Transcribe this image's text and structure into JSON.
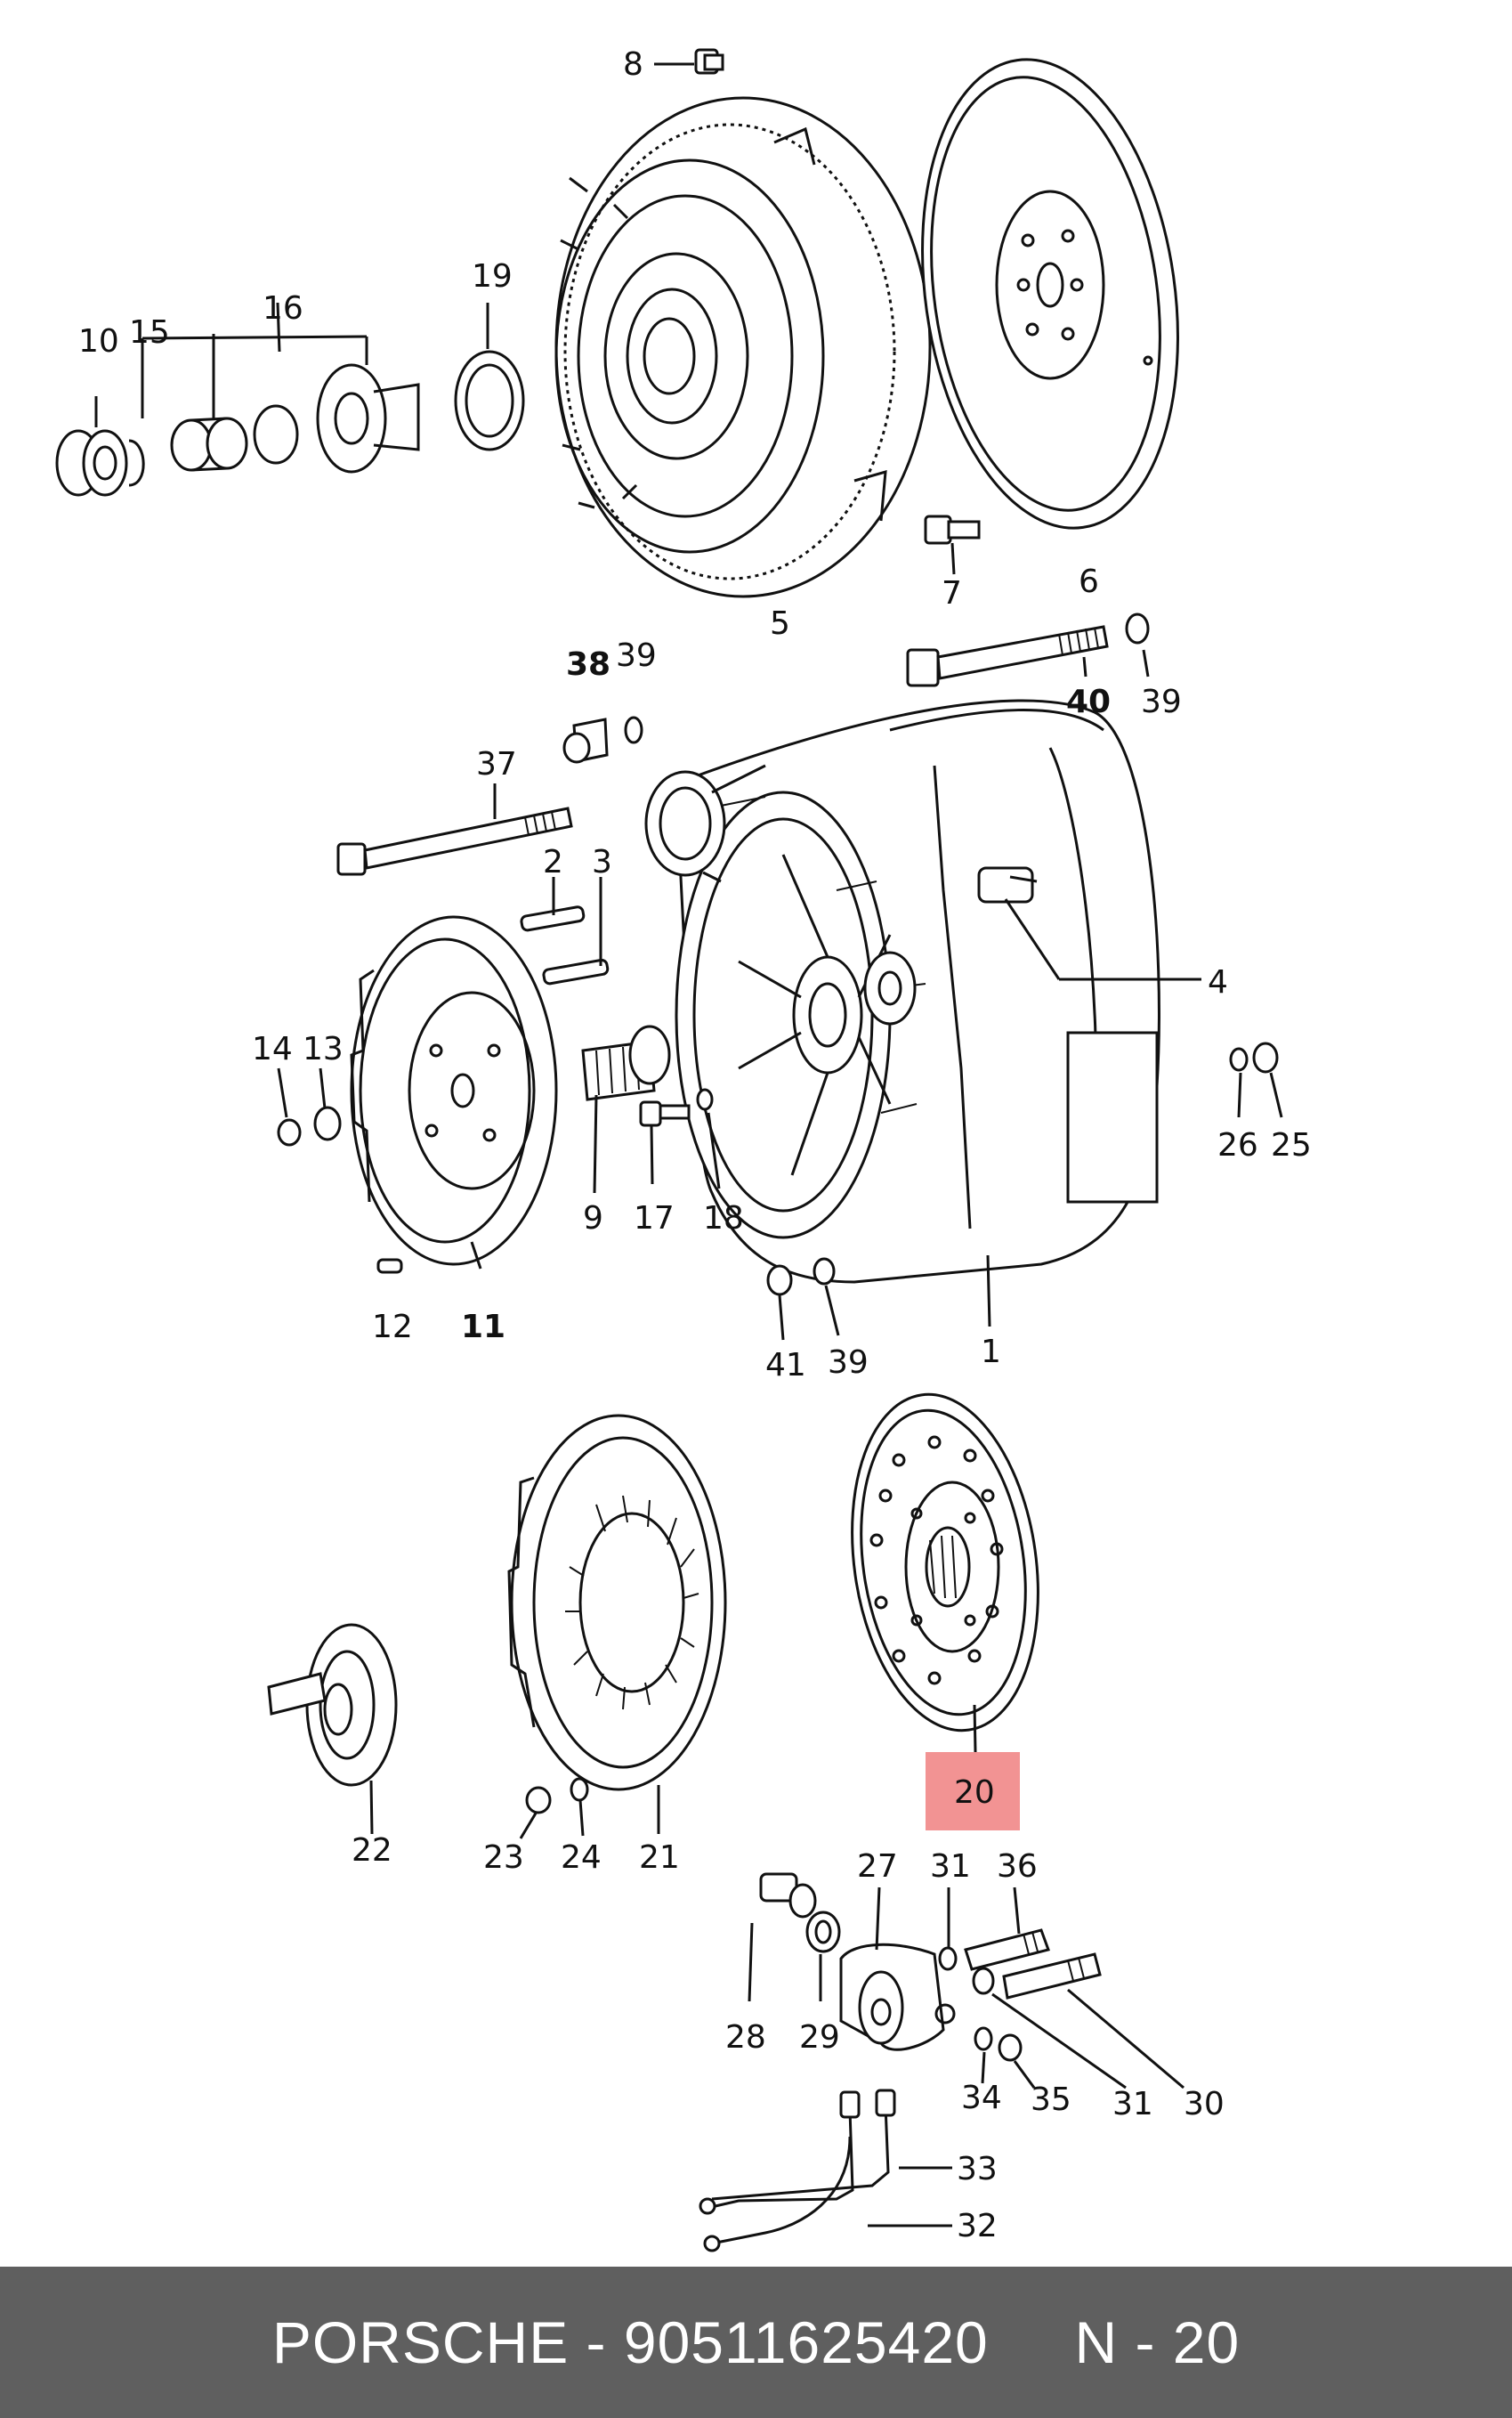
{
  "labels": {
    "p1": "1",
    "p2": "2",
    "p3": "3",
    "p4": "4",
    "p5": "5",
    "p6": "6",
    "p7": "7",
    "p8": "8",
    "p9": "9",
    "p10": "10",
    "p11": "11",
    "p12": "12",
    "p13": "13",
    "p14": "14",
    "p15": "15",
    "p16": "16",
    "p17": "17",
    "p18": "18",
    "p19": "19",
    "p20": "20",
    "p21": "21",
    "p22": "22",
    "p23": "23",
    "p24": "24",
    "p25": "25",
    "p26": "26",
    "p27": "27",
    "p28": "28",
    "p29": "29",
    "p30": "30",
    "p31a": "31",
    "p31b": "31",
    "p32": "32",
    "p33": "33",
    "p34": "34",
    "p35": "35",
    "p36": "36",
    "p37": "37",
    "p38": "38",
    "p39a": "39",
    "p39b": "39",
    "p39c": "39",
    "p40": "40",
    "p41": "41"
  },
  "highlight": {
    "part": "20",
    "color": "#f08080"
  },
  "footer": {
    "brand": "PORSCHE",
    "sep": " - ",
    "part_number": "90511625420",
    "gap": "     ",
    "ref": "N - 20",
    "background": "#5f5f5f",
    "text_color": "#ffffff"
  }
}
